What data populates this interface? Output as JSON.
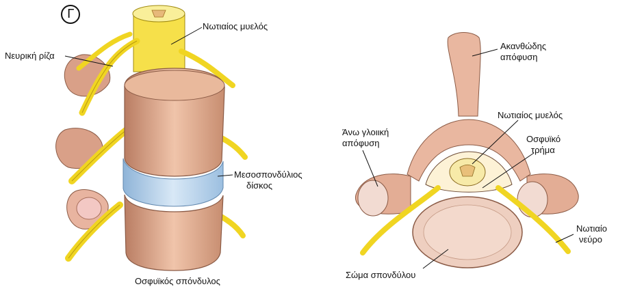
{
  "left_figure": {
    "badge": "Γ",
    "labels": {
      "spinal_cord": "Νωτιαίος μυελός",
      "nerve_root": "Νευρική ρίζα",
      "disc_line1": "Μεσοσπονδύλιος",
      "disc_line2": "δίσκος",
      "caption": "Οσφυϊκός σπόνδυλος"
    }
  },
  "right_figure": {
    "labels": {
      "spinous_line1": "Ακανθώδης",
      "spinous_line2": "απόφυση",
      "spinal_cord": "Νωτιαίος μυελός",
      "articular_line1": "Άνω γλοιική",
      "articular_line2": "απόφυση",
      "foramen_line1": "Οσφυϊκό",
      "foramen_line2": "τρήμα",
      "nerve_line1": "Νωτιαίο",
      "nerve_line2": "νεύρο",
      "body": "Σώμα σπονδύλου"
    }
  },
  "colors": {
    "bone": "#e8b9a0",
    "bone_dark": "#c98f72",
    "nerve": "#f5e02a",
    "disc": "#b7d3ec",
    "cord": "#f7e46b"
  }
}
